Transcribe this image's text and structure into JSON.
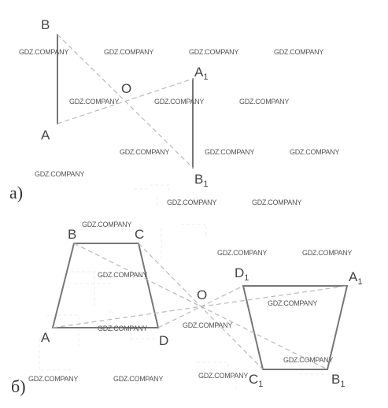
{
  "watermark": "GDZ.COMPANY",
  "part_a": {
    "label": "а)",
    "points": {
      "B": {
        "name": "B",
        "sub": ""
      },
      "A": {
        "name": "A",
        "sub": ""
      },
      "O": {
        "name": "O",
        "sub": ""
      },
      "A1": {
        "name": "A",
        "sub": "1"
      },
      "B1": {
        "name": "B",
        "sub": "1"
      }
    }
  },
  "part_b": {
    "label": "б)",
    "points": {
      "B": {
        "name": "B",
        "sub": ""
      },
      "C": {
        "name": "C",
        "sub": ""
      },
      "A": {
        "name": "A",
        "sub": ""
      },
      "D": {
        "name": "D",
        "sub": ""
      },
      "O": {
        "name": "O",
        "sub": ""
      },
      "D1": {
        "name": "D",
        "sub": "1"
      },
      "A1": {
        "name": "A",
        "sub": "1"
      },
      "C1": {
        "name": "C",
        "sub": "1"
      },
      "B1": {
        "name": "B",
        "sub": "1"
      }
    }
  },
  "colors": {
    "solid": "#777777",
    "dashed": "#b9b9b9",
    "text": "#444444"
  }
}
